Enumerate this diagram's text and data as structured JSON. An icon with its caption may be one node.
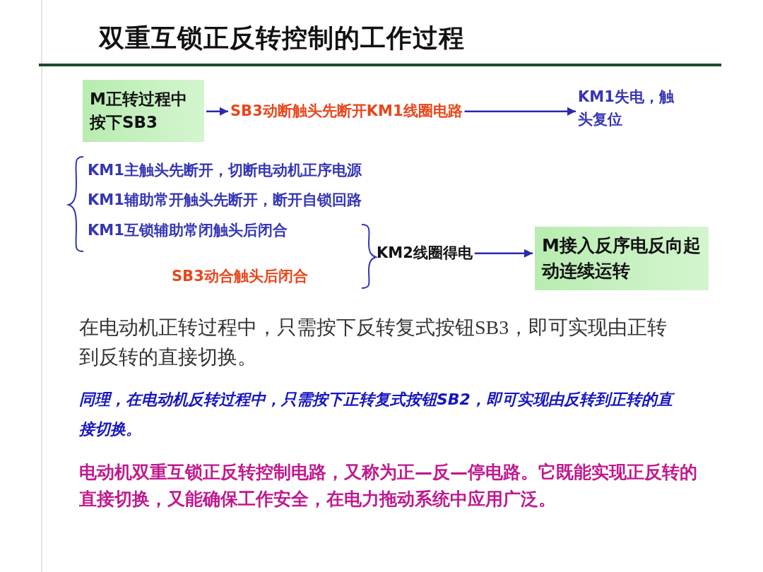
{
  "diagram": {
    "title": "双重互锁正反转控制的工作过程",
    "nodes": [
      {
        "text": [
          "M正转过程中按下SB3"
        ]
      },
      {
        "text": [
          "SB3动断触头**先**断开KM1线圈电路"
        ]
      },
      {
        "text": [
          "KM1失电，触头复位"
        ]
      },
      {
        "text": [
          "KM2线圈得电"
        ]
      },
      {
        "text": [
          "M接入反序电反向起动连续运转"
        ]
      }
    ],
    "edges": [
      {
        "from": 0,
        "to": 1,
        "arrow": "to"
      },
      {
        "from": 1,
        "to": 2,
        "arrow": "to"
      },
      {
        "from": 3,
        "to": 4,
        "arrow": "to"
      }
    ],
    "labels": [
      "KM1主触头**先**断开，切断电动机正序电源",
      "KM1辅助常开触头**先**断开，断开自锁回路",
      "KM1互锁辅助常闭触头**后**闭合",
      "SB3动合触头**后**闭合",
      "在电动机正转过程中，只需按下反转复式按钮SB3，即可实现由正转到反转的直接切换。",
      "同理，在电动机反转过程中，只需按下正转复式按钮SB2，即可实现由反转到正转的直接切换。",
      "电动机双重互锁正反转控制电路，又称为正—反—停电路。它既能实现正反转的直接切换，又能确保工作安全，在电力拖动系统中应用广泛。"
    ]
  }
}
